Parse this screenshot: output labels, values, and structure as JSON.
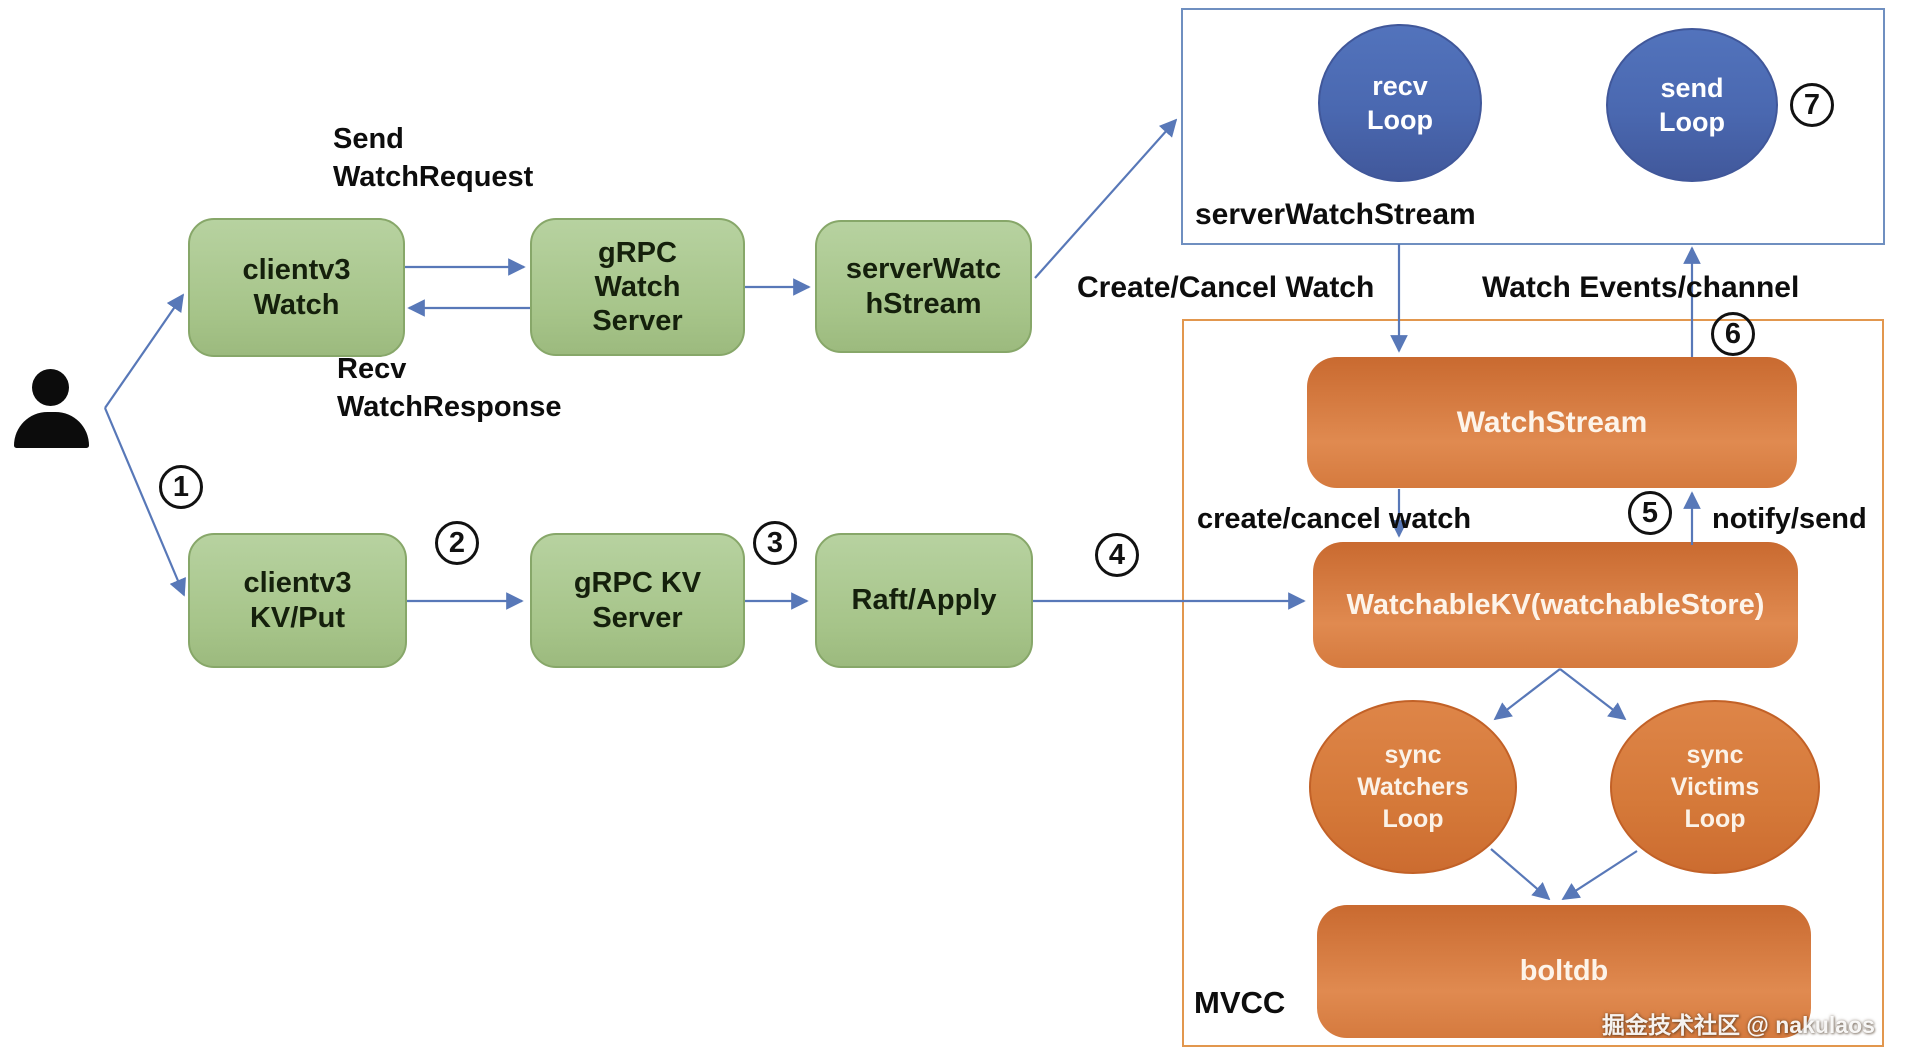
{
  "nodes": {
    "clientv3_watch": "clientv3\nWatch",
    "grpc_watch_server": "gRPC\nWatch\nServer",
    "server_watch_stream": "serverWatc\nhStream",
    "clientv3_kv_put": "clientv3\nKV/Put",
    "grpc_kv_server": "gRPC KV\nServer",
    "raft_apply": "Raft/Apply",
    "watch_stream": "WatchStream",
    "watchable_kv": "WatchableKV(watchableStore)",
    "boltdb": "boltdb"
  },
  "loops": {
    "recv_loop": "recv\nLoop",
    "send_loop": "send\nLoop",
    "sync_watchers_loop": "sync\nWatchers\nLoop",
    "sync_victims_loop": "sync\nVictims\nLoop"
  },
  "containers": {
    "server_watch_stream": "serverWatchStream",
    "mvcc": "MVCC"
  },
  "edge_labels": {
    "send_watch_request": "Send\nWatchRequest",
    "recv_watch_response": "Recv\nWatchResponse",
    "create_cancel_watch": "Create/Cancel Watch",
    "watch_events_channel": "Watch Events/channel",
    "create_cancel_watch_lower": "create/cancel watch",
    "notify_send": "notify/send"
  },
  "steps": [
    "1",
    "2",
    "3",
    "4",
    "5",
    "6",
    "7"
  ],
  "watermark": "掘金技术社区 @ nakulaos",
  "colors": {
    "arrow_blue": "#5878b8",
    "green_fill": "#a8c78c",
    "green_border": "#87a769",
    "blue_ellipse_fill": "#4a68b0",
    "blue_box_border": "#6f8fc0",
    "orange_fill": "#d97a3e",
    "orange_box_border": "#e2974e"
  }
}
